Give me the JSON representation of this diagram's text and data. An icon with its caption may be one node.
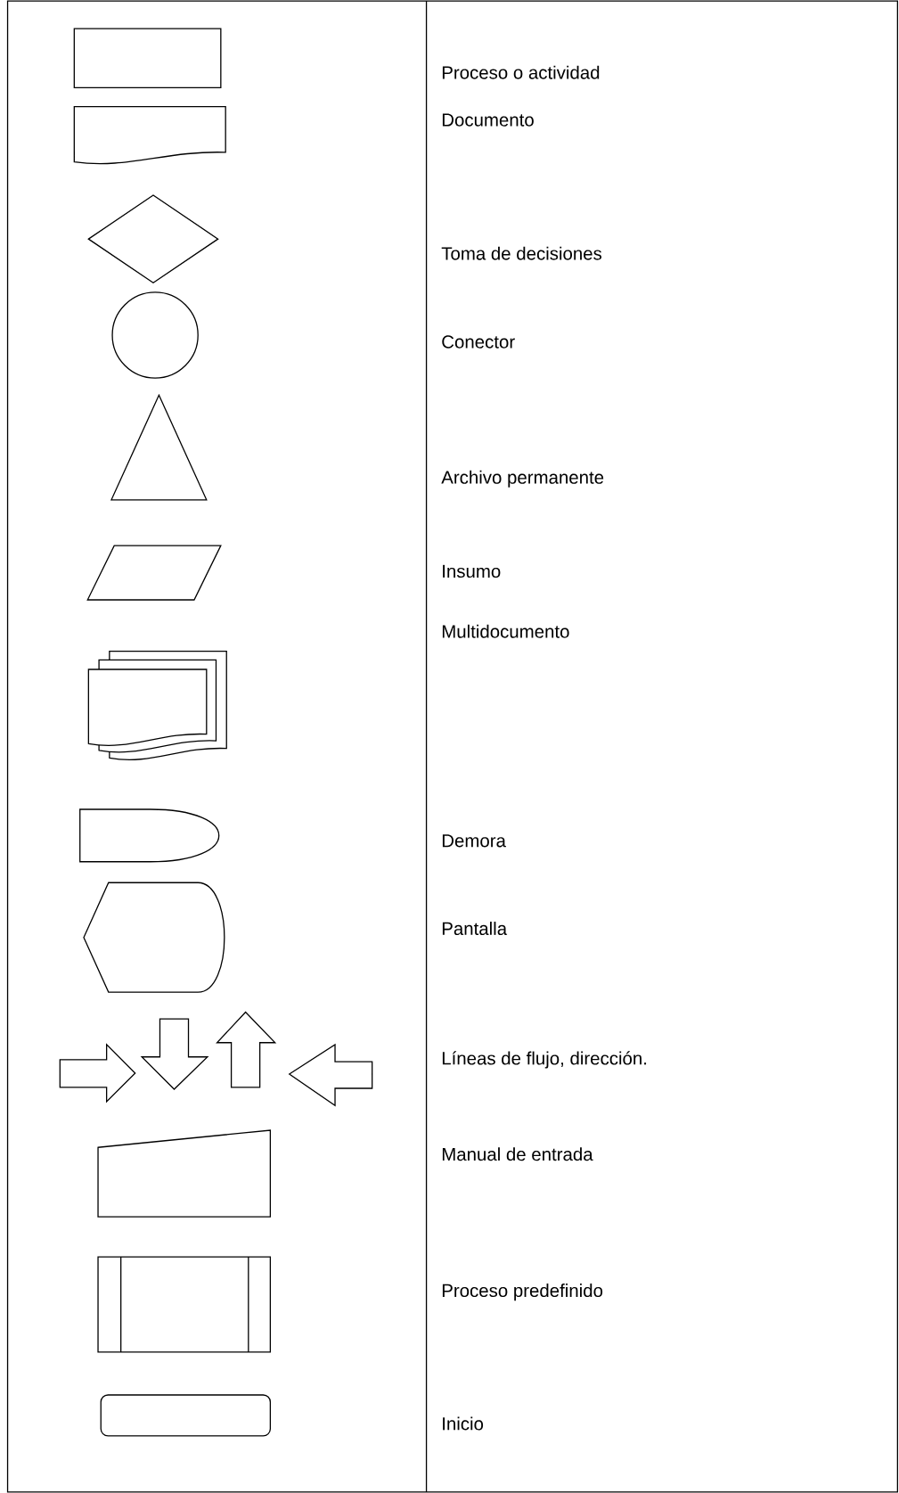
{
  "diagram": {
    "nodes": [
      {
        "text": [],
        "shape": "box"
      },
      {
        "text": [],
        "shape": "document"
      },
      {
        "text": [],
        "shape": "diamond"
      },
      {
        "text": [],
        "shape": "circle"
      },
      {
        "text": [],
        "shape": "triangle"
      },
      {
        "text": [],
        "shape": "parallelogram"
      },
      {
        "text": [],
        "shape": "documents"
      },
      {
        "text": [],
        "shape": "delay"
      },
      {
        "text": [],
        "shape": "display"
      },
      {
        "text": [],
        "shape": "arrows"
      },
      {
        "text": [],
        "shape": "trapezoid"
      },
      {
        "text": [],
        "shape": "subroutine"
      },
      {
        "text": [],
        "shape": "terminal"
      }
    ],
    "labels": [
      "Proceso o actividad",
      "Documento",
      "Toma de decisiones",
      "Conector",
      "Archivo permanente",
      "Insumo",
      "Multidocumento",
      "Demora",
      "Pantalla",
      "Líneas de flujo, dirección.",
      "Manual de entrada",
      "Proceso predefinido",
      "Inicio"
    ]
  }
}
